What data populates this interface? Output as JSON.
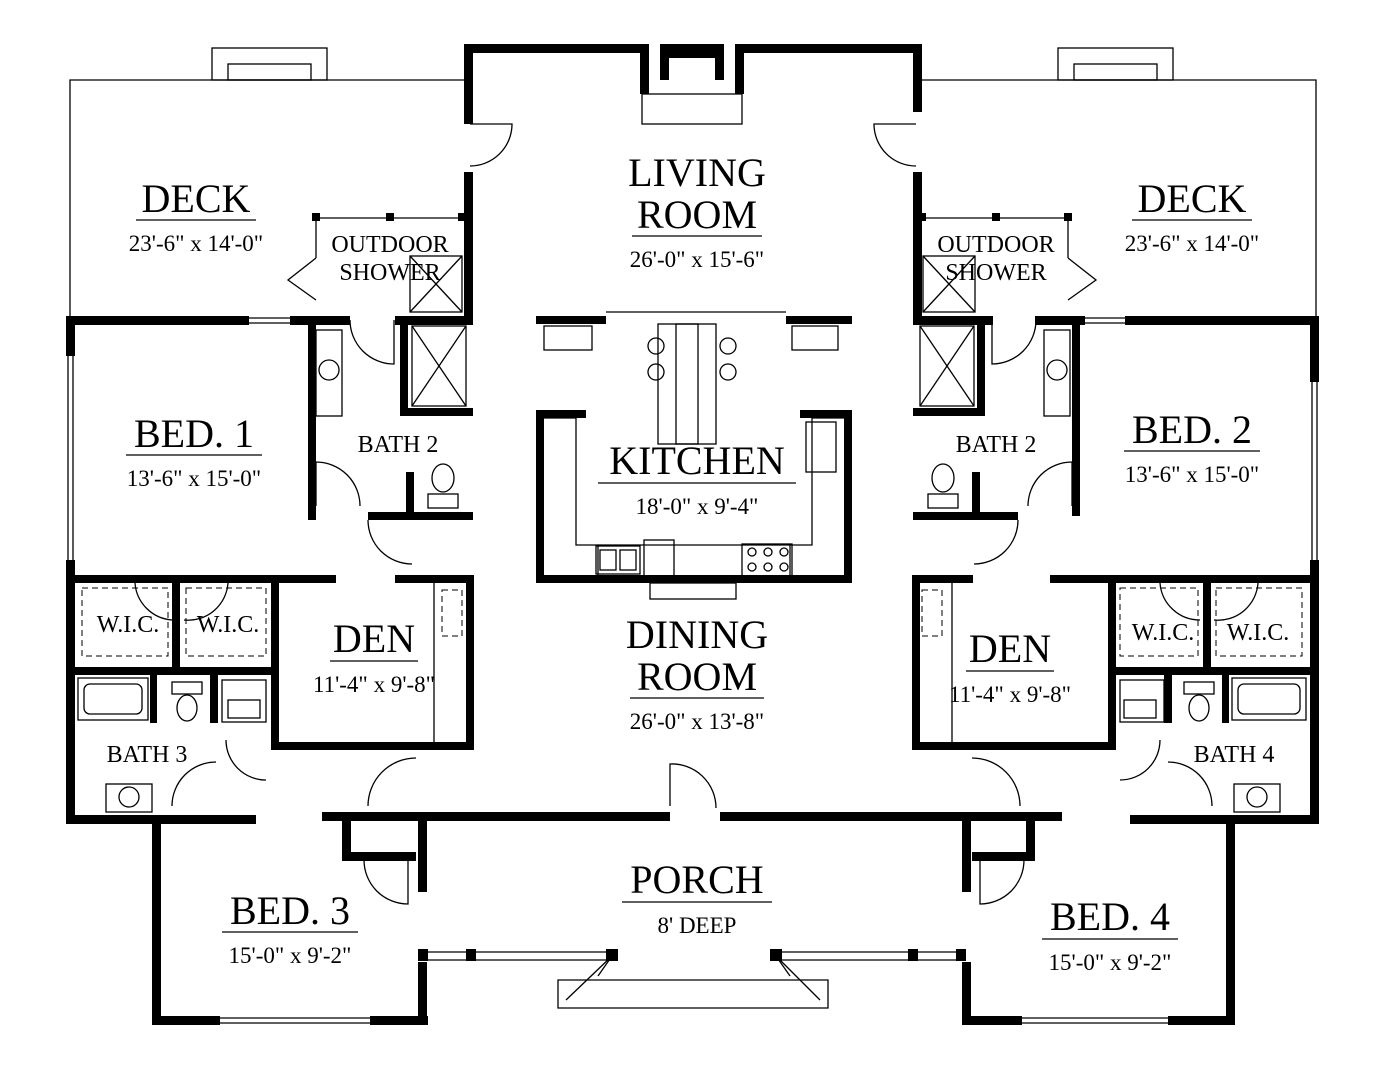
{
  "rooms": {
    "deck_left": {
      "name": "DECK",
      "dim": "23'-6\" x 14'-0\""
    },
    "deck_right": {
      "name": "DECK",
      "dim": "23'-6\" x 14'-0\""
    },
    "living": {
      "name_line1": "LIVING",
      "name_line2": "ROOM",
      "dim": "26'-0\" x 15'-6\""
    },
    "shower_left": {
      "line1": "OUTDOOR",
      "line2": "SHOWER"
    },
    "shower_right": {
      "line1": "OUTDOOR",
      "line2": "SHOWER"
    },
    "bed1": {
      "name": "BED. 1",
      "dim": "13'-6\" x 15'-0\""
    },
    "bed2": {
      "name": "BED. 2",
      "dim": "13'-6\" x 15'-0\""
    },
    "bath2_left": {
      "name": "BATH 2"
    },
    "bath2_right": {
      "name": "BATH 2"
    },
    "kitchen": {
      "name": "KITCHEN",
      "dim": "18'-0\" x 9'-4\""
    },
    "wic_left_1": {
      "name": "W.I.C."
    },
    "wic_left_2": {
      "name": "W.I.C."
    },
    "wic_right_1": {
      "name": "W.I.C."
    },
    "wic_right_2": {
      "name": "W.I.C."
    },
    "den_left": {
      "name": "DEN",
      "dim": "11'-4\" x 9'-8\""
    },
    "den_right": {
      "name": "DEN",
      "dim": "11'-4\" x 9'-8\""
    },
    "dining": {
      "name_line1": "DINING",
      "name_line2": "ROOM",
      "dim": "26'-0\" x 13'-8\""
    },
    "bath3": {
      "name": "BATH 3"
    },
    "bath4": {
      "name": "BATH 4"
    },
    "porch": {
      "name": "PORCH",
      "dim": "8' DEEP"
    },
    "bed3": {
      "name": "BED. 3",
      "dim": "15'-0\" x 9'-2\""
    },
    "bed4": {
      "name": "BED. 4",
      "dim": "15'-0\" x 9'-2\""
    }
  }
}
